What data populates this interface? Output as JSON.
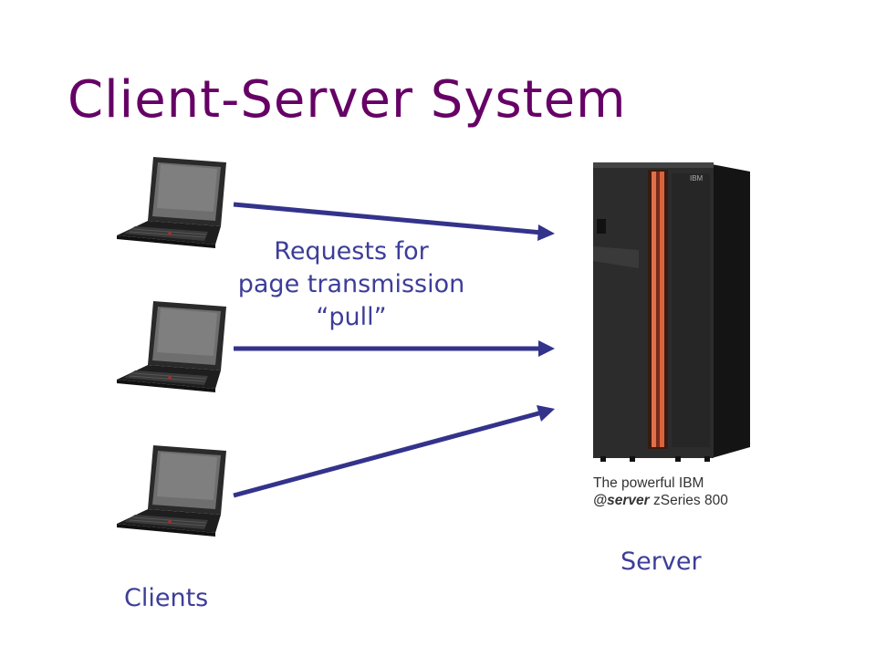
{
  "slide": {
    "title": "Client-Server System",
    "request_label": {
      "line1": "Requests for",
      "line2": "page transmission",
      "line3": "“pull”"
    },
    "clients_label": "Clients",
    "server_label": "Server",
    "server_photo": {
      "caption_line1": "The powerful IBM",
      "caption_eserver": "@server",
      "caption_model": "zSeries 800",
      "brand_plate": "IBM"
    }
  },
  "colors": {
    "title": "#660066",
    "label": "#3d3d99",
    "arrow": "#33338c"
  },
  "icons": [
    "laptop-icon",
    "server-cabinet-icon",
    "arrow-right"
  ]
}
